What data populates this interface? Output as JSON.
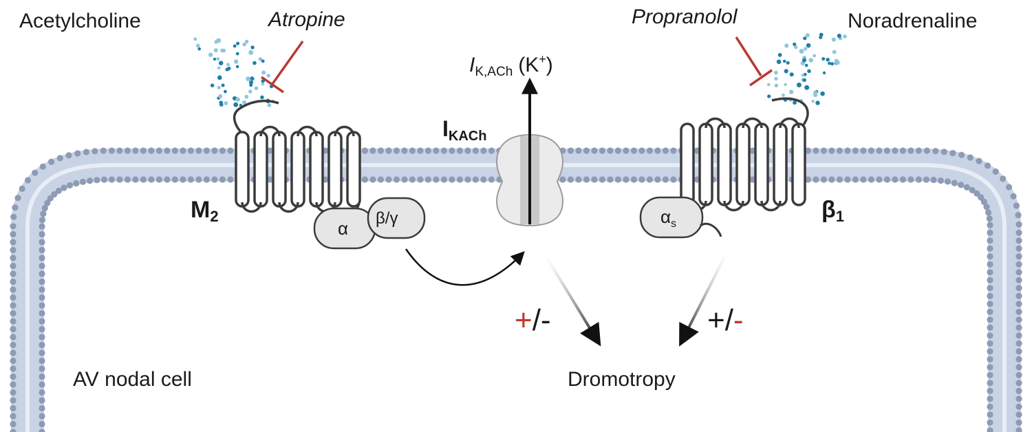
{
  "ligands": {
    "acetylcholine": "Acetylcholine",
    "noradrenaline": "Noradrenaline"
  },
  "antagonists": {
    "atropine": "Atropine",
    "propranolol": "Propranolol"
  },
  "channel": {
    "name_main": "I",
    "name_sub": "KACh",
    "current_main": "I",
    "current_sub": "K,ACh",
    "current_ion": "(K",
    "current_ion_sup": "+",
    "current_ion_close": ")"
  },
  "receptors": {
    "m2_main": "M",
    "m2_sub": "2",
    "b1_main": "β",
    "b1_sub": "1"
  },
  "g_proteins": {
    "alpha": "α",
    "beta_gamma": "β/γ",
    "alpha_s_main": "α",
    "alpha_s_sub": "s"
  },
  "effects": {
    "left_plus": "+",
    "left_rest": "/-",
    "right_plus": "+/",
    "right_minus": "-"
  },
  "cell_label": "AV nodal cell",
  "outcome": "Dromotropy",
  "colors": {
    "membrane_head": "#8e9bb4",
    "membrane_tail": "#c9d3e6",
    "receptor": "#ffffff",
    "receptor_stroke": "#3b3b3b",
    "protein_fill": "#e6e6e6",
    "inhibit": "#b83a32",
    "molecule_dark": "#1f7fa8",
    "molecule_light": "#8fc6dd",
    "positive": "#c0392b"
  }
}
